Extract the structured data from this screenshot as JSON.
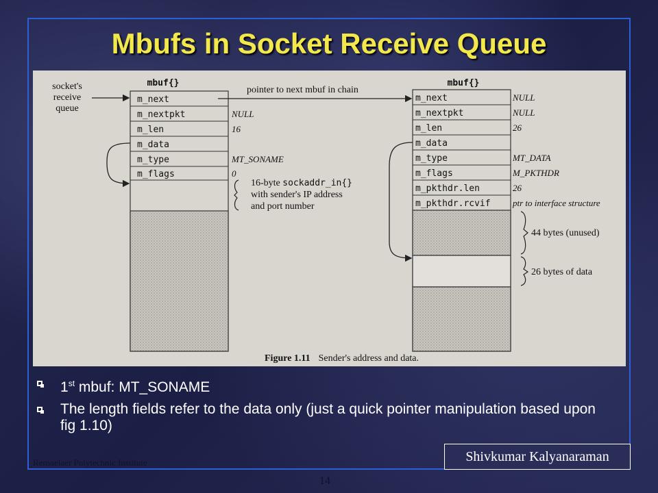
{
  "slide": {
    "title": "Mbufs in Socket Receive Queue",
    "bullets": [
      {
        "main": "1",
        "sup": "st",
        "rest": " mbuf: MT_SONAME"
      },
      {
        "text": "The length fields refer to the data only (just a quick pointer manipulation based upon fig 1.10)"
      }
    ],
    "author": "Shivkumar Kalyanaraman",
    "institute": "Rensselaer Polytechnic Institute",
    "page_number": "14"
  },
  "figure": {
    "left_label_lines": [
      "socket's",
      "receive",
      "queue"
    ],
    "pointer_label": "pointer to next mbuf in chain",
    "mbuf1": {
      "header": "mbuf{}",
      "fields": [
        "m_next",
        "m_nextpkt",
        "m_len",
        "m_data",
        "m_type",
        "m_flags"
      ],
      "values": [
        "",
        "NULL",
        "16",
        "",
        "MT_SONAME",
        "0"
      ],
      "note_prefix": "16-byte ",
      "note_code": "sockaddr_in{}",
      "note_lines": [
        "with sender's IP address",
        "and port number"
      ]
    },
    "mbuf2": {
      "header": "mbuf{}",
      "fields": [
        "m_next",
        "m_nextpkt",
        "m_len",
        "m_data",
        "m_type",
        "m_flags",
        "m_pkthdr.len",
        "m_pkthdr.rcvif"
      ],
      "values": [
        "NULL",
        "NULL",
        "26",
        "",
        "MT_DATA",
        "M_PKTHDR",
        "26",
        "ptr to interface structure"
      ],
      "unused_label": "44 bytes (unused)",
      "data_label": "26 bytes of data"
    },
    "caption_bold": "Figure 1.11",
    "caption_text": "Sender's address and data."
  }
}
